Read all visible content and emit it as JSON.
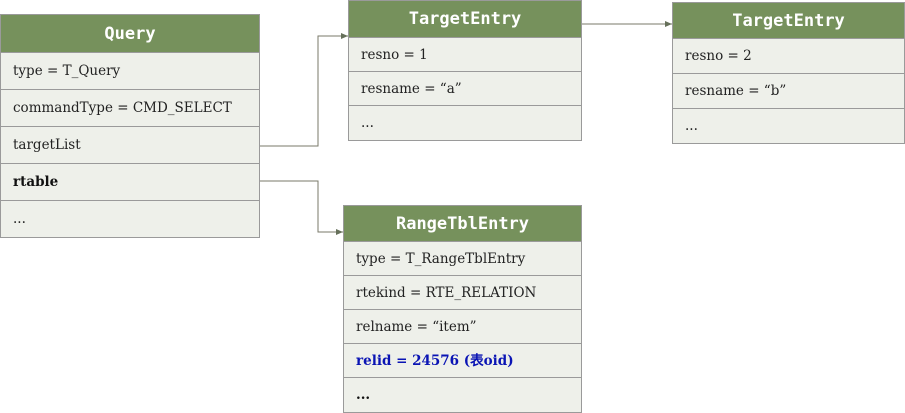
{
  "query": {
    "title": "Query",
    "fields": [
      "type = T_Query",
      "commandType = CMD_SELECT",
      "targetList",
      "rtable",
      "..."
    ]
  },
  "target_entry_1": {
    "title": "TargetEntry",
    "fields": [
      "resno = 1",
      "resname = “a”",
      "..."
    ]
  },
  "target_entry_2": {
    "title": "TargetEntry",
    "fields": [
      "resno = 2",
      "resname = “b”",
      "..."
    ]
  },
  "range_tbl_entry": {
    "title": "RangeTblEntry",
    "fields": [
      "type = T_RangeTblEntry",
      "rtekind = RTE_RELATION",
      "relname = “item”",
      "relid = 24576 (表oid)",
      "..."
    ]
  },
  "colors": {
    "header": "#76915c",
    "body": "#eef0ea",
    "border": "#9a9a9a",
    "connector": "#7a7a6a",
    "highlight": "#0a14b4"
  }
}
